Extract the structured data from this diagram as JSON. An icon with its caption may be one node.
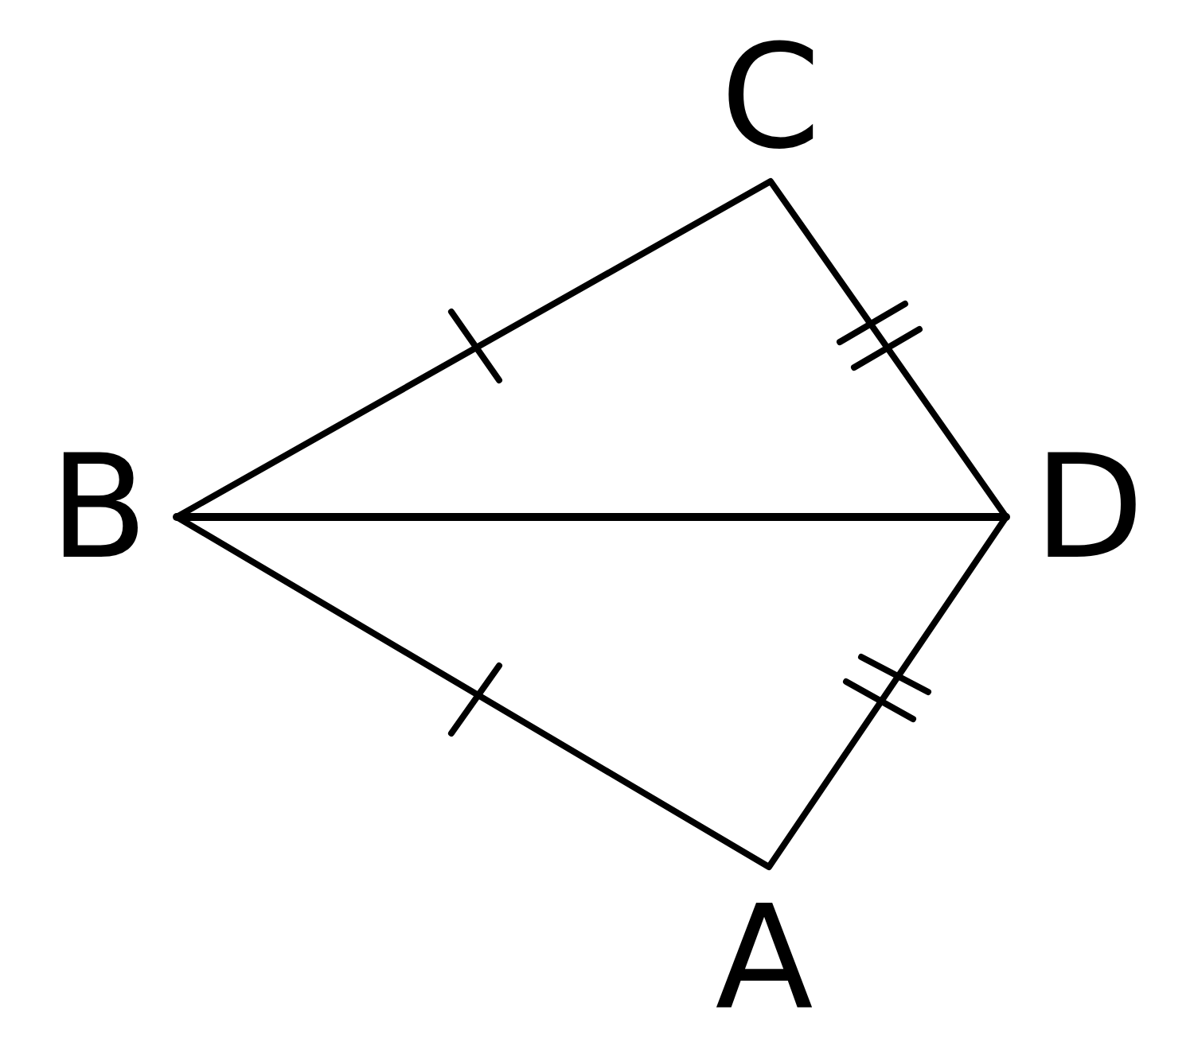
{
  "diagram": {
    "labels": [
      "C",
      "B",
      "D",
      "A"
    ]
  }
}
